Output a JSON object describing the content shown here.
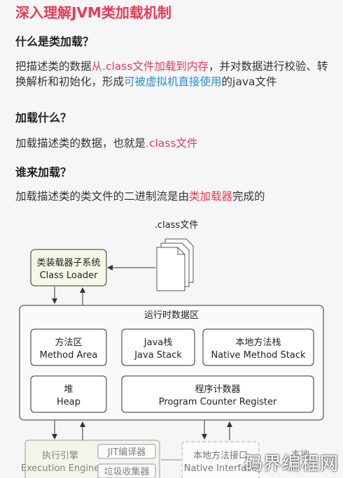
{
  "title": "深入理解JVM类加载机制",
  "sections": {
    "q1": "什么是类加载？",
    "a1": {
      "pre": "把描述类的数据",
      "red": "从.class文件加载到内存",
      "mid": "，并对数据进行校验、转换解析和初始化，形成",
      "blue": "可被虚拟机直接使用",
      "post": "的java文件"
    },
    "q2": "加载什么？",
    "a2": {
      "pre": "加载描述类的数据，也就是",
      "red": ".class文件"
    },
    "q3": "谁来加载？",
    "a3": {
      "pre": "加载描述类的类文件的二进制流是由",
      "red": "类加载器",
      "post": "完成的"
    }
  },
  "diagram": {
    "class_file_label": ".class文件",
    "class_loader": {
      "cn": "类装载器子系统",
      "en": "Class Loader"
    },
    "runtime_area": "运行时数据区",
    "method_area": {
      "cn": "方法区",
      "en": "Method Area"
    },
    "java_stack": {
      "cn": "Java栈",
      "en": "Java Stack"
    },
    "native_stack": {
      "cn": "本地方法栈",
      "en": "Native Method Stack"
    },
    "heap": {
      "cn": "堆",
      "en": "Heap"
    },
    "pc_register": {
      "cn": "程序计数器",
      "en": "Program Counter Register"
    },
    "engine": {
      "cn": "执行引擎",
      "en": "Execution Engine"
    },
    "jit": "JIT编译器",
    "gc": "垃圾收集器",
    "native_interface": {
      "cn": "本地方法接口",
      "en": "Native Interface"
    },
    "native_lib_partial": "本地"
  },
  "watermark": "码界编程网",
  "colors": {
    "accent_red": "#ea3a57",
    "accent_blue": "#2a8fd6"
  }
}
